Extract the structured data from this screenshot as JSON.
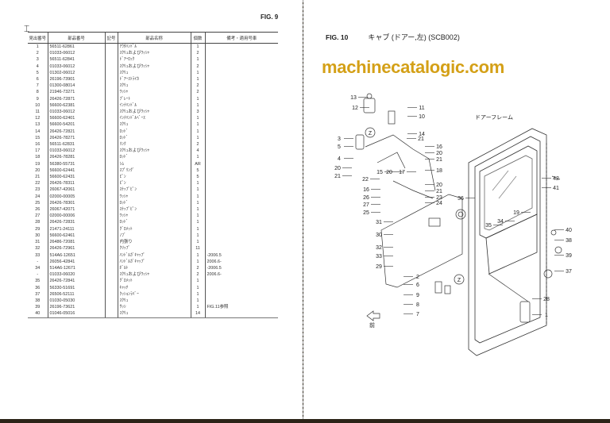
{
  "left_page": {
    "fig_label": "FIG. 9",
    "table": {
      "headers": [
        "見出番号",
        "部品番号",
        "記号",
        "部品名称",
        "個数",
        "備考・適用号車"
      ],
      "rows": [
        [
          "1",
          "56511-62861",
          "",
          "ｱｳﾀﾊﾝﾄﾞﾙ",
          "1",
          ""
        ],
        [
          "2",
          "01033-06012",
          "",
          "ｽｸﾘｭおよびﾜｯｼｬ",
          "2",
          ""
        ],
        [
          "3",
          "56511-62841",
          "",
          "ﾄﾞｱｰﾛｯｸ",
          "1",
          ""
        ],
        [
          "4",
          "01033-06012",
          "",
          "ｽｸﾘｭおよびﾜｯｼｬ",
          "2",
          ""
        ],
        [
          "5",
          "01302-06012",
          "",
          "ｽｸﾘｭ",
          "1",
          ""
        ],
        [
          "6",
          "26196-73901",
          "",
          "ﾄﾞｱｰｽﾄﾗｲｶ",
          "1",
          ""
        ],
        [
          "7",
          "01300-08014",
          "",
          "ｽｸﾘｭ",
          "2",
          ""
        ],
        [
          "8",
          "21946-73271",
          "",
          "ﾜｯｼｬ",
          "2",
          ""
        ],
        [
          "9",
          "26426-72871",
          "",
          "ﾌﾟﾚｰﾄ",
          "1",
          ""
        ],
        [
          "10",
          "56600-62381",
          "",
          "ｲﾝﾅﾊﾝﾄﾞﾙ",
          "1",
          ""
        ],
        [
          "11",
          "01033-06012",
          "",
          "ｽｸﾘｭおよびﾜｯｼｬ",
          "3",
          ""
        ],
        [
          "12",
          "56600-62401",
          "",
          "ｲﾝﾅﾊﾝﾄﾞﾙﾍﾞｰｽ",
          "1",
          ""
        ],
        [
          "13",
          "56600-54201",
          "",
          "ｽｸﾘｭ",
          "1",
          ""
        ],
        [
          "14",
          "26426-72821",
          "",
          "ﾛｯﾄﾞ",
          "1",
          ""
        ],
        [
          "15",
          "26426-78271",
          "",
          "ﾛｯﾄﾞ",
          "1",
          ""
        ],
        [
          "16",
          "56511-62831",
          "",
          "ﾘﾝｸ",
          "2",
          ""
        ],
        [
          "17",
          "01033-06012",
          "",
          "ｽｸﾘｭおよびﾜｯｼｬ",
          "4",
          ""
        ],
        [
          "18",
          "26426-78281",
          "",
          "ﾛｯﾄﾞ",
          "1",
          ""
        ],
        [
          "19",
          "56380-55731",
          "",
          "ｼﾑ",
          "AR",
          ""
        ],
        [
          "20",
          "56600-62441",
          "",
          "ｽﾌﾟﾘﾝｸﾞ",
          "5",
          ""
        ],
        [
          "21",
          "56600-62431",
          "",
          "ﾋﾟﾝ",
          "5",
          ""
        ],
        [
          "22",
          "26426-78311",
          "",
          "ﾋﾟﾝ",
          "1",
          ""
        ],
        [
          "23",
          "26067-42061",
          "",
          "ｽﾅｯﾌﾟﾋﾟﾝ",
          "1",
          ""
        ],
        [
          "24",
          "02000-00005",
          "",
          "ﾜｯｼｬ",
          "1",
          ""
        ],
        [
          "25",
          "26426-78301",
          "",
          "ﾛｯﾄﾞ",
          "1",
          ""
        ],
        [
          "26",
          "26067-42071",
          "",
          "ｽﾅｯﾌﾟﾋﾟﾝ",
          "1",
          ""
        ],
        [
          "27",
          "02000-00006",
          "",
          "ﾜｯｼｬ",
          "1",
          ""
        ],
        [
          "28",
          "26426-72831",
          "",
          "ﾛｯﾄﾞ",
          "1",
          ""
        ],
        [
          "29",
          "21471-24111",
          "",
          "ｸﾞﾛﾒｯﾄ",
          "1",
          ""
        ],
        [
          "30",
          "56600-62461",
          "",
          "ﾉﾌﾞ",
          "1",
          ""
        ],
        [
          "31",
          "26486-72081",
          "",
          "内張り",
          "1",
          ""
        ],
        [
          "32",
          "26426-72961",
          "",
          "ｸﾘｯﾌﾟ",
          "11",
          ""
        ],
        [
          "33",
          "514A6-12651",
          "",
          "ﾊﾝﾄﾞﾙｶﾞｷｬｯﾌﾟ",
          "1",
          "-2006.5"
        ],
        [
          "-",
          "26056-42841",
          "",
          "ﾊﾝﾄﾞﾙｶﾞｷｬｯﾌﾟ",
          "1",
          "2006.6-"
        ],
        [
          "34",
          "514A6-12671",
          "",
          "ﾎﾞﾙﾄ",
          "2",
          "-2006.5"
        ],
        [
          "-",
          "01033-06020",
          "",
          "ｽｸﾘｭおよびﾜｯｼｬ",
          "2",
          "2006.6-"
        ],
        [
          "35",
          "26426-72841",
          "",
          "ｸﾞﾛﾒｯﾄ",
          "1",
          ""
        ],
        [
          "36",
          "56330-51691",
          "",
          "ｷｬｯﾁ",
          "1",
          ""
        ],
        [
          "37",
          "26506-52111",
          "",
          "ｸｯｼｮﾝﾗﾊﾞｰ",
          "1",
          ""
        ],
        [
          "38",
          "01030-05030",
          "",
          "ｽｸﾘｭ",
          "1",
          ""
        ],
        [
          "39",
          "26196-73621",
          "",
          "ｻｯｼ",
          "1",
          "FIG.11参照"
        ],
        [
          "40",
          "01046-05016",
          "",
          "ｽｸﾘｭ",
          "14",
          ""
        ]
      ]
    }
  },
  "right_page": {
    "fig_label": "FIG. 10",
    "fig_title": "キャブ (ドアー,左) (SCB002)",
    "frame_label": "ドアーフレーム",
    "front_label": "前",
    "detail_marker": "Z",
    "callouts": [
      "13",
      "12",
      "11",
      "10",
      "14",
      "3",
      "5",
      "4",
      "20",
      "21",
      "21",
      "16",
      "20",
      "21",
      "15",
      "20",
      "17",
      "18",
      "42",
      "41",
      "22",
      "16",
      "26",
      "27",
      "25",
      "20",
      "21",
      "23",
      "24",
      "36",
      "31",
      "30",
      "32",
      "33",
      "29",
      "19",
      "35",
      "34",
      "40",
      "38",
      "39",
      "37",
      "2",
      "6",
      "9",
      "8",
      "7",
      "28",
      "1"
    ]
  },
  "watermark": "machinecatalogic.com"
}
